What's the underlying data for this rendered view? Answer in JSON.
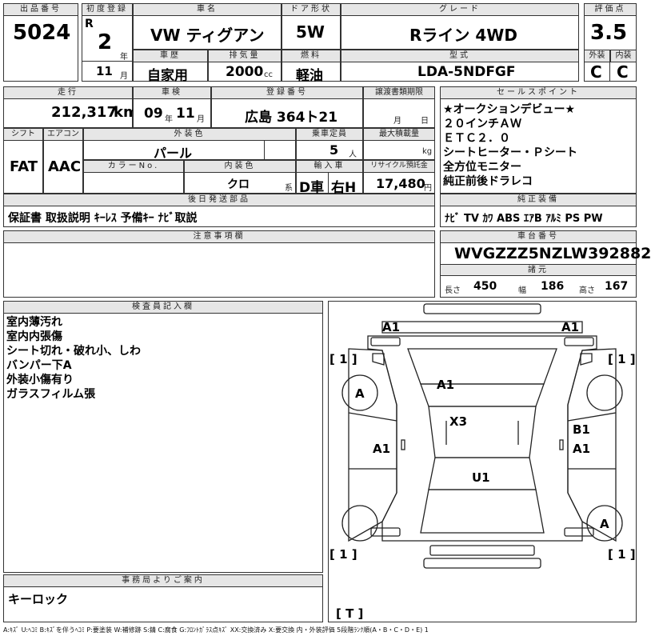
{
  "lot": {
    "label": "出品番号",
    "value": "5024"
  },
  "first_reg": {
    "label": "初度登録",
    "era": "R",
    "year": "2",
    "year_unit": "年",
    "month": "11",
    "month_unit": "月"
  },
  "car_name": {
    "label": "車名",
    "value": "VW ティグアン"
  },
  "door": {
    "label": "ドア形状",
    "value": "5W"
  },
  "grade": {
    "label": "グレード",
    "value": "Rライン 4WD"
  },
  "score": {
    "label": "評価点",
    "value": "3.5",
    "ext_label": "外装",
    "int_label": "内装",
    "ext": "C",
    "int": "C"
  },
  "history": {
    "label": "車歴",
    "value": "自家用"
  },
  "displacement": {
    "label": "排気量",
    "value": "2000",
    "unit": "cc"
  },
  "fuel": {
    "label": "燃料",
    "value": "軽油"
  },
  "model_code": {
    "label": "型式",
    "value": "LDA-5NDFGF"
  },
  "mileage": {
    "label": "走行",
    "value": "212,317",
    "unit": "km"
  },
  "inspection": {
    "label": "車検",
    "year": "09",
    "year_unit": "年",
    "month": "11",
    "month_unit": "月"
  },
  "plate": {
    "label": "登録番号",
    "value": "広島 364ト21"
  },
  "transfer_deadline": {
    "label": "譲渡書類期限",
    "month_unit": "月",
    "day_unit": "日"
  },
  "sales_points": {
    "label": "セールスポイント",
    "items": [
      "★オークションデビュー★",
      "２０インチＡＷ",
      "ＥＴＣ２．０",
      "シートヒーター・Ｐシート",
      "全方位モニター",
      "純正前後ドラレコ"
    ]
  },
  "shift": {
    "label": "シフト",
    "value": "FAT"
  },
  "aircon": {
    "label": "エアコン",
    "value": "AAC"
  },
  "ext_color": {
    "label": "外装色",
    "value": "パール"
  },
  "capacity": {
    "label": "乗車定員",
    "value": "5",
    "unit": "人"
  },
  "max_load": {
    "label": "最大積載量",
    "unit": "kg"
  },
  "color_no": {
    "label": "カラーNo."
  },
  "int_color": {
    "label": "内装色",
    "value": "クロ",
    "unit": "系"
  },
  "import": {
    "label": "輸入車",
    "value1": "D車",
    "value2": "右H"
  },
  "recycle": {
    "label": "リサイクル預託金",
    "value": "17,480",
    "unit": "円"
  },
  "later_items": {
    "label": "後日発送部品",
    "value": "保証書 取扱説明 ｷｰﾚｽ 予備ｷｰ ﾅﾋﾞ取説"
  },
  "equipment": {
    "label": "純正装備",
    "value": "ﾅﾋﾞ TV ｶﾜ ABS ｴｱB ｱﾙﾐ PS PW"
  },
  "notes": {
    "label": "注意事項欄"
  },
  "vin": {
    "label": "車台番号",
    "value": "WVGZZZ5NZLW392882"
  },
  "specs": {
    "label": "諸元",
    "length_label": "長さ",
    "length": "450",
    "width_label": "幅",
    "width": "186",
    "height_label": "高さ",
    "height": "167"
  },
  "inspector": {
    "label": "検査員記入欄",
    "lines": [
      "室内薄汚れ",
      "室内内張傷",
      "シート切れ・破れ小、しわ",
      "バンパー下A",
      "外装小傷有り",
      "ガラスフィルム張"
    ]
  },
  "office": {
    "label": "事務局よりご案内",
    "value": "キーロック"
  },
  "diagram_marks": {
    "front_left": "A1",
    "front_right": "A1",
    "hood": "A1",
    "roof": "X3",
    "left_side": "A1",
    "right_side_1": "B1",
    "right_side_2": "A1",
    "trunk": "U1",
    "wheel_fl": "A",
    "wheel_rr": "A",
    "tire_fl": "[ 1 ]",
    "tire_fr": "[ 1 ]",
    "tire_rl": "[ 1 ]",
    "tire_rr": "[ 1 ]",
    "spare": "[ T ]"
  },
  "footer": "A:ｷｽﾞ U:ﾍｺﾐ B:ｷｽﾞを伴うﾍｺﾐ P:要塗装 W:補修跡 S:錆 C:腐食 G:ﾌﾛﾝﾄｶﾞﾗｽ点ｷｽﾞ XX:交換済み X:要交換 内・外装評価 5段階ﾗﾝｸ順(A・B・C・D・E) 1"
}
